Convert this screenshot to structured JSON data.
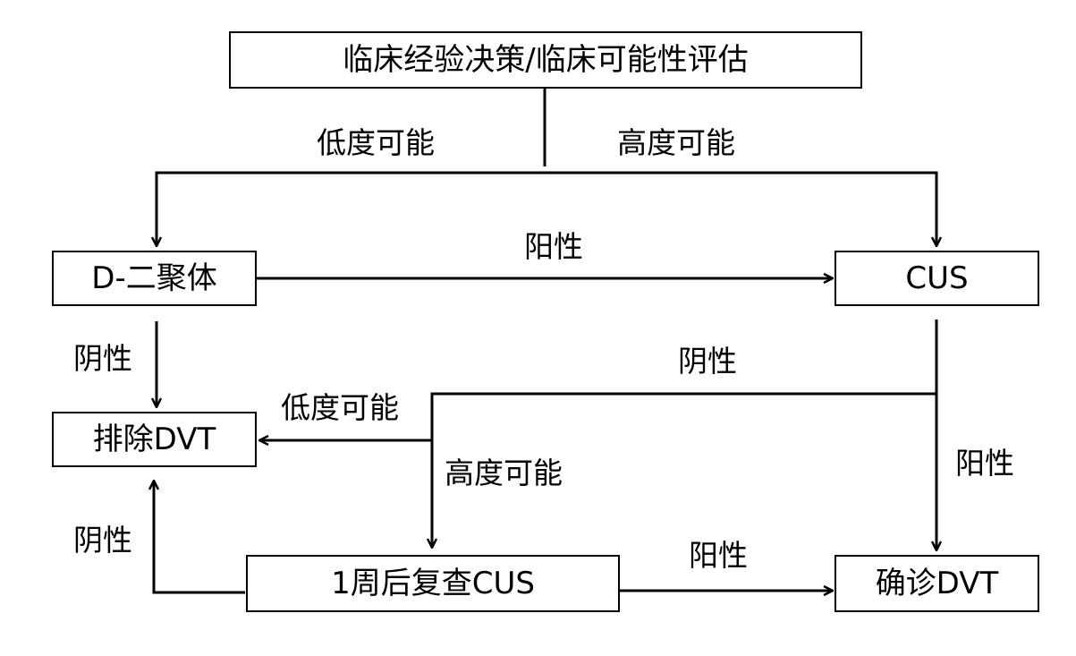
{
  "nodes": {
    "assessment": "临床经验决策/临床可能性评估",
    "d_dimer": "D-二聚体",
    "cus": "CUS",
    "exclude_dvt": "排除DVT",
    "recheck_cus": "1周后复查CUS",
    "confirm_dvt": "确诊DVT"
  },
  "edge_labels": {
    "low_probability": "低度可能",
    "high_probability": "高度可能",
    "d_dimer_positive": "阳性",
    "d_dimer_negative": "阴性",
    "cus_negative": "阴性",
    "cus_positive": "阳性",
    "after_cus_low": "低度可能",
    "after_cus_high": "高度可能",
    "recheck_negative": "阴性",
    "recheck_positive": "阳性"
  }
}
